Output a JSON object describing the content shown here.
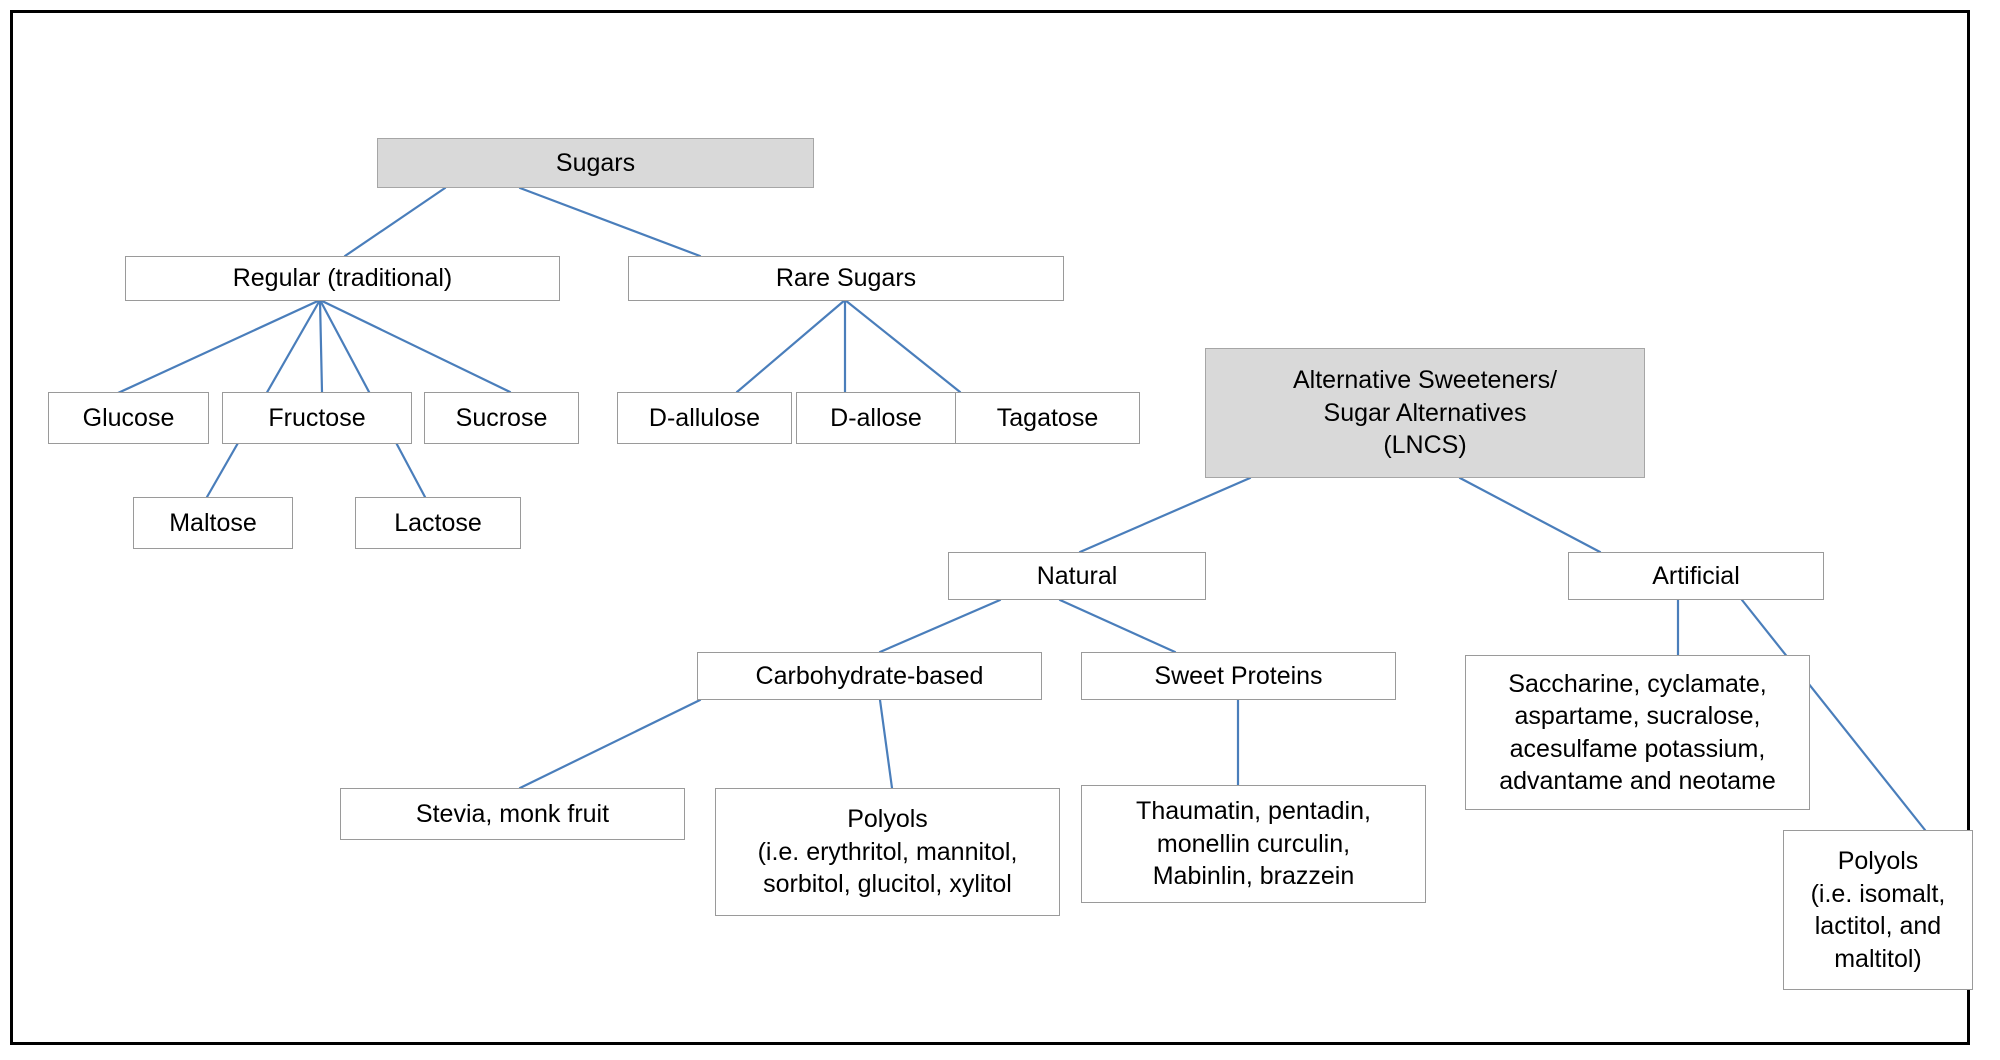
{
  "figure": {
    "title": "Classification of sugars and sweeteners",
    "border_color": "#000000",
    "background": "#ffffff",
    "connector_color": "#4a7ebb",
    "shaded_fill": "#d9d9d9",
    "box_border_color": "#9a9a9a"
  },
  "nodes": {
    "sugars": "Sugars",
    "regular": "Regular (traditional)",
    "rare_sugars": "Rare Sugars",
    "glucose": "Glucose",
    "fructose": "Fructose",
    "sucrose": "Sucrose",
    "maltose": "Maltose",
    "lactose": "Lactose",
    "d_allulose": "D-allulose",
    "d_allose": "D-allose",
    "tagatose": "Tagatose",
    "alternative_sweeteners": "Alternative Sweeteners/\nSugar Alternatives\n(LNCS)",
    "natural": "Natural",
    "artificial": "Artificial",
    "carbohydrate_based": "Carbohydrate-based",
    "sweet_proteins": "Sweet Proteins",
    "stevia_monk_fruit": "Stevia, monk fruit",
    "polyols_natural": "Polyols\n(i.e. erythritol, mannitol,\nsorbitol, glucitol, xylitol",
    "sweet_protein_list": "Thaumatin, pentadin,\nmonellin curculin,\nMabinlin, brazzein",
    "artificial_list": "Saccharine, cyclamate,\naspartame, sucralose,\nacesulfame potassium,\nadvantame and neotame",
    "polyols_artificial": "Polyols\n(i.e.  isomalt,\nlactitol, and\nmaltitol)"
  },
  "chart_data": {
    "type": "diagram",
    "subtype": "hierarchy-tree",
    "title": "Sugars and Alternative Sweeteners classification",
    "roots": [
      "Sugars",
      "Alternative Sweeteners/ Sugar Alternatives (LNCS)"
    ],
    "edges": [
      {
        "from": "Sugars",
        "to": "Regular (traditional)"
      },
      {
        "from": "Sugars",
        "to": "Rare Sugars"
      },
      {
        "from": "Regular (traditional)",
        "to": "Glucose"
      },
      {
        "from": "Regular (traditional)",
        "to": "Fructose"
      },
      {
        "from": "Regular (traditional)",
        "to": "Sucrose"
      },
      {
        "from": "Regular (traditional)",
        "to": "Maltose"
      },
      {
        "from": "Regular (traditional)",
        "to": "Lactose"
      },
      {
        "from": "Rare Sugars",
        "to": "D-allulose"
      },
      {
        "from": "Rare Sugars",
        "to": "D-allose"
      },
      {
        "from": "Rare Sugars",
        "to": "Tagatose"
      },
      {
        "from": "Alternative Sweeteners/ Sugar Alternatives (LNCS)",
        "to": "Natural"
      },
      {
        "from": "Alternative Sweeteners/ Sugar Alternatives (LNCS)",
        "to": "Artificial"
      },
      {
        "from": "Natural",
        "to": "Carbohydrate-based"
      },
      {
        "from": "Natural",
        "to": "Sweet Proteins"
      },
      {
        "from": "Carbohydrate-based",
        "to": "Stevia, monk fruit"
      },
      {
        "from": "Carbohydrate-based",
        "to": "Polyols (i.e. erythritol, mannitol, sorbitol, glucitol, xylitol"
      },
      {
        "from": "Sweet Proteins",
        "to": "Thaumatin, pentadin, monellin curculin, Mabinlin, brazzein"
      },
      {
        "from": "Artificial",
        "to": "Saccharine, cyclamate, aspartame, sucralose, acesulfame potassium, advantame and neotame"
      },
      {
        "from": "Artificial",
        "to": "Polyols (i.e.  isomalt, lactitol, and maltitol)"
      }
    ],
    "shaded_nodes": [
      "Sugars",
      "Alternative Sweeteners/ Sugar Alternatives (LNCS)"
    ]
  }
}
